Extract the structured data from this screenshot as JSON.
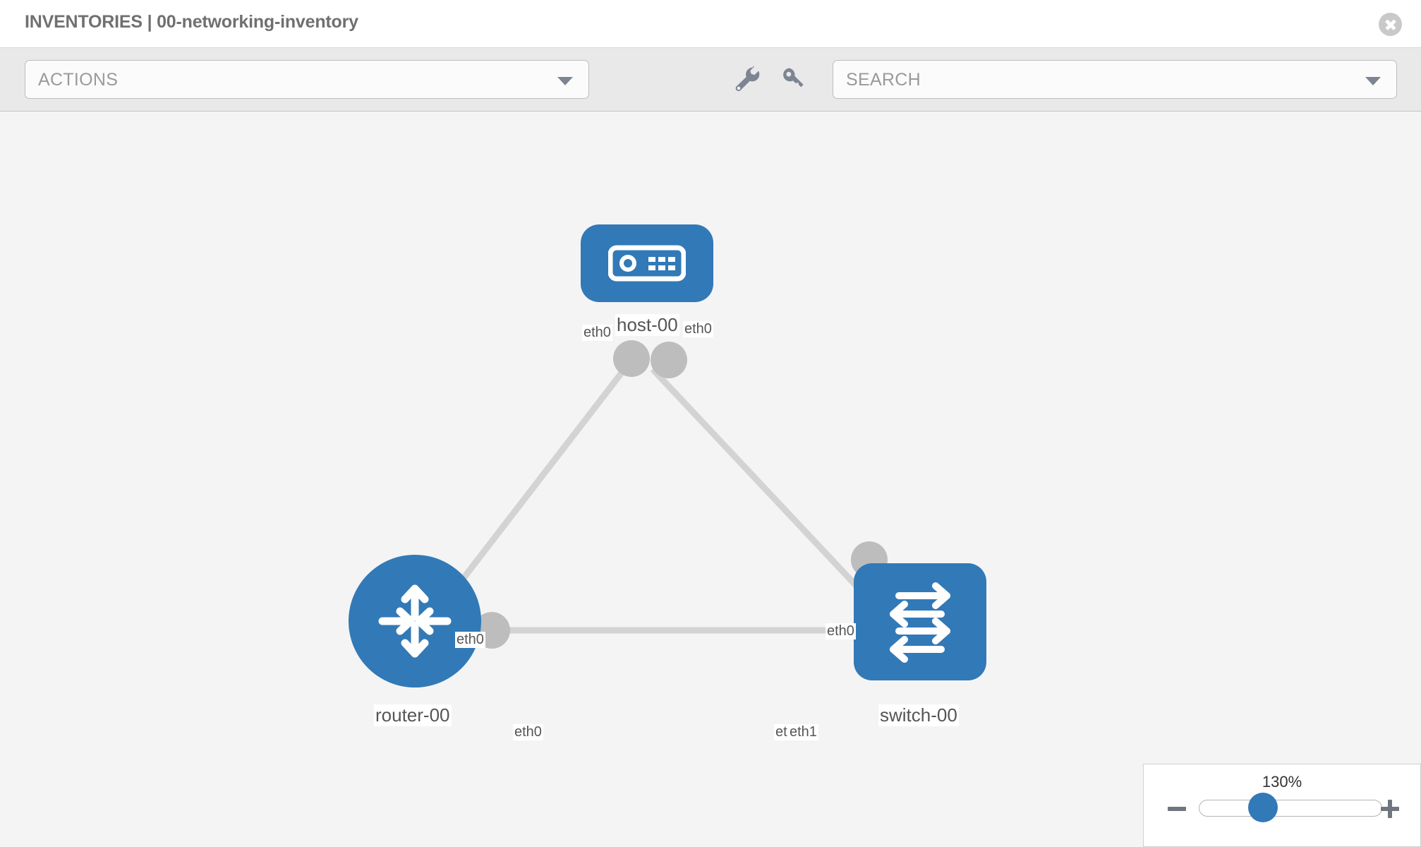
{
  "header": {
    "title": "INVENTORIES | 00-networking-inventory",
    "close_icon": "close-circle-icon"
  },
  "toolbar": {
    "actions_label": "ACTIONS",
    "actions_caret_icon": "chevron-down-icon",
    "wrench_icon": "wrench-icon",
    "key_icon": "key-icon",
    "search_placeholder": "SEARCH",
    "search_caret_icon": "chevron-down-icon"
  },
  "topology": {
    "nodes": [
      {
        "id": "host-00",
        "label": "host-00",
        "icon": "server-appliance-icon",
        "shape": "rounded-rect"
      },
      {
        "id": "router-00",
        "label": "router-00",
        "icon": "four-arrows-router-icon",
        "shape": "circle"
      },
      {
        "id": "switch-00",
        "label": "switch-00",
        "icon": "bidirectional-arrows-switch-icon",
        "shape": "rounded-rect"
      }
    ],
    "interface_labels": {
      "host_left": "eth0",
      "host_right": "eth0",
      "router_to_host": "eth0",
      "switch_to_host": "eth0",
      "router_to_switch": "eth0",
      "switch_to_router_hidden": "eth",
      "switch_to_router": "eth1"
    },
    "links": [
      {
        "from": "router-00",
        "to": "host-00"
      },
      {
        "from": "host-00",
        "to": "switch-00"
      },
      {
        "from": "router-00",
        "to": "switch-00"
      }
    ]
  },
  "zoom_control": {
    "value": "130%",
    "minus_icon": "minus-icon",
    "plus_icon": "plus-icon"
  },
  "colors": {
    "node_blue": "#3279b7",
    "toolbar_bg": "#e9e9e9",
    "canvas_bg": "#f4f4f4",
    "link_grey": "#d3d3d3",
    "icon_grey": "#7d8593"
  }
}
